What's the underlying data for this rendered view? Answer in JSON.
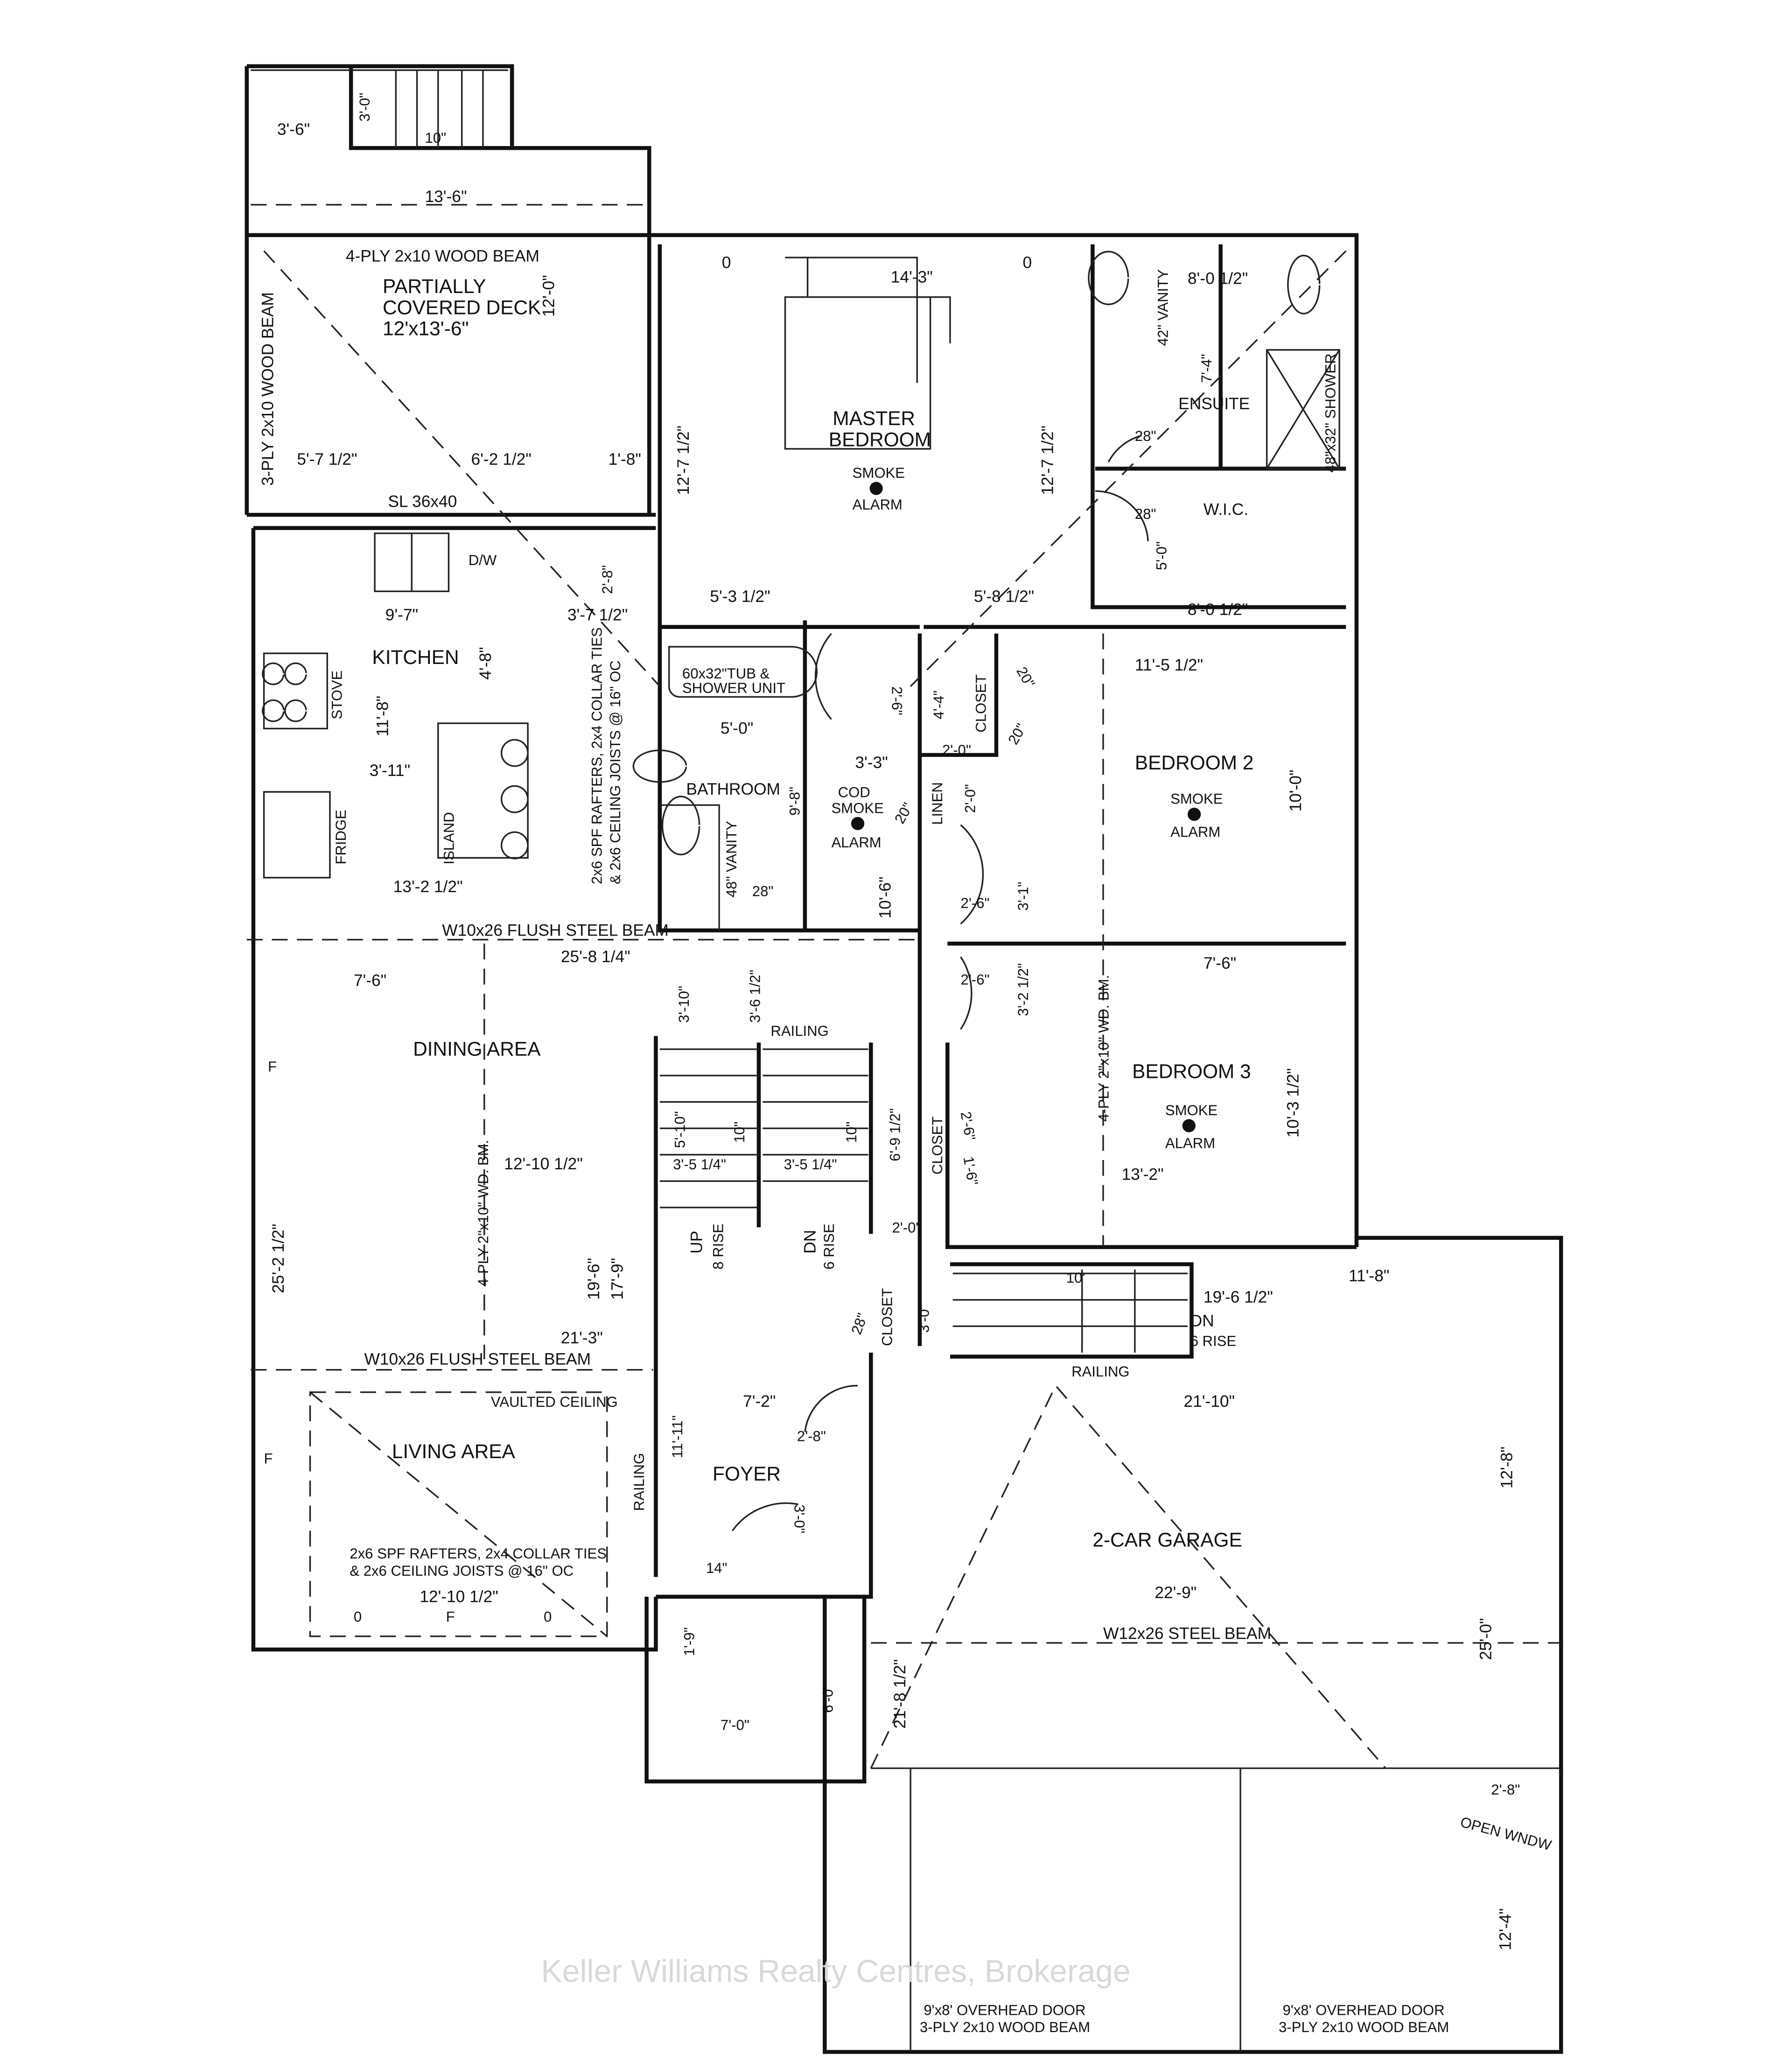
{
  "deck": {
    "dim_stair_w": "3'-6\"",
    "dim_stair_d": "3'-0\"",
    "dim_tread": "10\"",
    "dim_width": "13'-6\"",
    "beam_top": "4-PLY 2x10 WOOD BEAM",
    "title1": "PARTIALLY",
    "title2": "COVERED DECK",
    "size": "12'x13'-6\"",
    "dim_depth": "12'-0\"",
    "beam_side": "3-PLY 2x10 WOOD BEAM",
    "dim_a": "5'-7 1/2\"",
    "dim_b": "6'-2 1/2\"",
    "dim_c": "1'-8\"",
    "slider": "SL 36x40"
  },
  "master": {
    "win1": "0",
    "dim_bed": "14'-3\"",
    "win2": "0",
    "title1": "MASTER",
    "title2": "BEDROOM",
    "smoke": "SMOKE",
    "alarm": "ALARM",
    "dim_l": "12'-7 1/2\"",
    "dim_r": "12'-7 1/2\"",
    "dim_a": "5'-3 1/2\"",
    "dim_b": "5'-8 1/2\""
  },
  "ensuite": {
    "vanity": "42\" VANITY",
    "dim_w": "8'-0 1/2\"",
    "dim_d": "7'-4\"",
    "title": "ENSUITE",
    "shower": "48\"x32\" SHOWER",
    "door": "28\"",
    "wic_door": "28\"",
    "wic": "W.I.C.",
    "wic_d": "5'-0\"",
    "wic_w": "8'-0 1/2\""
  },
  "kitchen": {
    "dw": "D/W",
    "door": "2'-8\"",
    "dim_a": "9'-7\"",
    "dim_b": "3'-7 1/2\"",
    "title": "KITCHEN",
    "dim_c": "4'-8\"",
    "stove": "STOVE",
    "dim_d": "11'-8\"",
    "dim_e": "3'-11\"",
    "fridge": "FRIDGE",
    "island": "ISLAND",
    "dim_f": "13'-2 1/2\"",
    "note1": "2x6 SPF RAFTERS, 2x4 COLLAR TIES",
    "note2": "& 2x6 CEILING JOISTS @ 16\" OC"
  },
  "bathroom": {
    "tub1": "60x32\"TUB &",
    "tub2": "SHOWER UNIT",
    "dim_a": "5'-0\"",
    "title": "BATHROOM",
    "vanity": "48\" VANITY",
    "door": "28\"",
    "door2": "2'-6\"",
    "dim_b": "9'-8\""
  },
  "hall": {
    "dim_a": "3'-3\"",
    "cod": "COD",
    "smoke": "SMOKE",
    "alarm": "ALARM",
    "dim_b": "10'-6\"",
    "closet_d": "4'-4\"",
    "closet": "CLOSET",
    "closet_door1": "20\"",
    "closet_door2": "20\"",
    "closet_w": "2'-0\"",
    "linen": "LINEN",
    "linen_d": "2'-0\"",
    "linen_door": "20\"",
    "door_b2": "2'-6\"",
    "dim_c": "3'-1\"",
    "door_b3": "2'-6\"",
    "dim_d": "3'-2 1/2\""
  },
  "bedroom2": {
    "dim_w": "11'-5 1/2\"",
    "title": "BEDROOM 2",
    "smoke": "SMOKE",
    "alarm": "ALARM",
    "dim_d": "10'-0\""
  },
  "beam1": {
    "label": "W10x26 FLUSH STEEL BEAM",
    "dim": "25'-8 1/4\"",
    "dim_b": "7'-6\"",
    "dim_c": "3'-10\"",
    "dim_d": "3'-6 1/2\"",
    "railing": "RAILING"
  },
  "bedroom3": {
    "dim_w": "7'-6\"",
    "beam": "4-PLY 2\"x10\" WD. BM.",
    "title": "BEDROOM 3",
    "smoke": "SMOKE",
    "alarm": "ALARM",
    "dim_d": "10'-3 1/2\"",
    "dim_w2": "13'-2\""
  },
  "dining": {
    "title": "DINING AREA",
    "dim_w": "12'-10 1/2\"",
    "beam": "4-PLY 2\"x10\" WD. BM.",
    "dim_total": "25'-2 1/2\"",
    "dim_a": "19'-6\"",
    "dim_b": "17'-9\"",
    "dim_c": "21'-3\"",
    "f1": "F",
    "f2": "F"
  },
  "stairs": {
    "dim_a": "5'-10\"",
    "tread1": "10\"",
    "tread2": "10\"",
    "w1": "3'-5 1/4\"",
    "w2": "3'-5 1/4\"",
    "up": "UP",
    "up_rise": "8 RISE",
    "dn": "DN",
    "dn_rise": "6 RISE",
    "closet_d": "6'-9 1/2\"",
    "closet": "CLOSET",
    "closet_door1": "2'-6\"",
    "closet_door2": "1'-6\"",
    "closet_w": "2'-0\""
  },
  "front_closet": {
    "door": "28\"",
    "label": "CLOSET",
    "dim": "3'-0\""
  },
  "garage": {
    "stair_tread": "10'",
    "dim_a": "19'-6 1/2\"",
    "dim_b": "11'-8\"",
    "dn": "DN",
    "dn_rise": "6 RISE",
    "railing": "RAILING",
    "dim_c": "21'-10\"",
    "dim_d": "12'-8\"",
    "title": "2-CAR GARAGE",
    "dim_e": "22'-9\"",
    "beam": "W12x26 STEEL BEAM",
    "dim_f": "25'-0\"",
    "dim_g": "21'-8 1/2\"",
    "win_w": "2'-8\"",
    "win": "OPEN WNDW",
    "dim_h": "12'-4\"",
    "door1_a": "9'x8' OVERHEAD DOOR",
    "door1_b": "3-PLY 2x10 WOOD BEAM",
    "door2_a": "9'x8' OVERHEAD DOOR",
    "door2_b": "3-PLY 2x10 WOOD BEAM"
  },
  "living": {
    "beam": "W10x26 FLUSH STEEL BEAM",
    "dim_a": "11'-11\"",
    "vaulted": "VAULTED CEILING",
    "title": "LIVING AREA",
    "railing": "RAILING",
    "note1": "2x6 SPF RAFTERS, 2x4 COLLAR TIES",
    "note2": "& 2x6 CEILING JOISTS @ 16\" OC",
    "dim_w": "12'-10 1/2\"",
    "win1": "0",
    "f": "F",
    "win2": "0"
  },
  "foyer": {
    "dim_w": "7'-2\"",
    "door": "2'-8\"",
    "title": "FOYER",
    "door2": "3'-0\"",
    "dim_b": "14\"",
    "porch_a": "1'-9\"",
    "porch_b": "6'-0\"",
    "porch_c": "7'-0\""
  },
  "watermark": "Keller Williams Realty Centres, Brokerage"
}
